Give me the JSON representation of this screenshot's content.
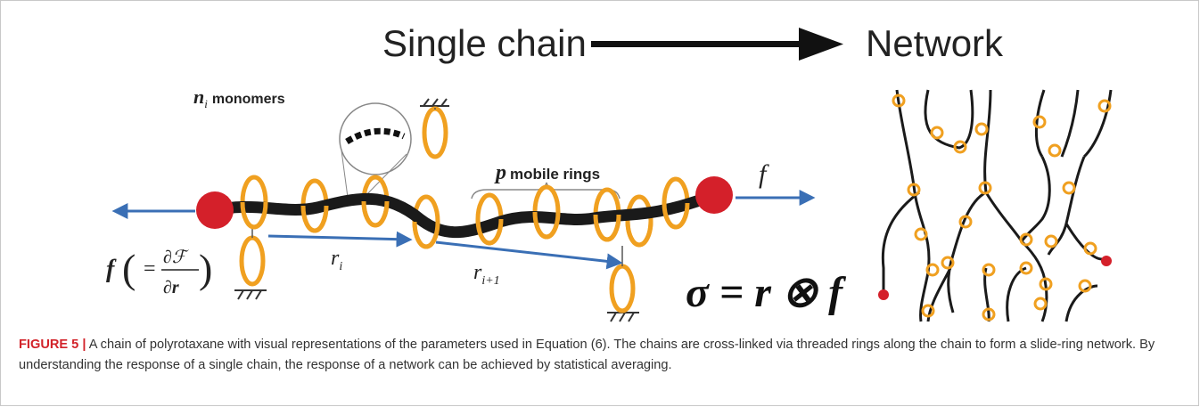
{
  "header": {
    "left": "Single chain",
    "right": "Network"
  },
  "labels": {
    "monomers_symbol": "n",
    "monomers_sub": "i",
    "monomers_text": "monomers",
    "rings_symbol": "p",
    "rings_text": "mobile rings",
    "force": "f",
    "r_i": "r",
    "r_i_sub": "i",
    "r_ip1": "r",
    "r_ip1_sub": "i+1",
    "force_def_f": "f",
    "force_def_num": "∂ℱ",
    "force_def_den": "∂r",
    "stress_eq": "σ = r ⊗ f"
  },
  "colors": {
    "chain": "#1a1a1a",
    "ring": "#f0a020",
    "bead": "#d4202a",
    "arrow": "#3a6fb5",
    "caption_label": "#d2232a"
  },
  "caption": {
    "label": "FIGURE 5 |",
    "text": " A chain of polyrotaxane with visual representations of the parameters used in Equation (6). The chains are cross-linked via threaded rings along the chain to form a slide-ring network. By understanding the response of a single chain, the response of a network can be achieved by statistical averaging."
  }
}
